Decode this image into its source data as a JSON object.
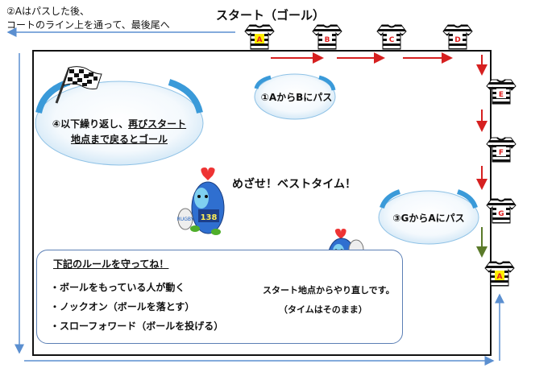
{
  "header": {
    "title": "スタート（ゴール）",
    "note_line1": "②Aはパスした後、",
    "note_line2": "コートのライン上を通って、最後尾へ"
  },
  "players": [
    "A",
    "B",
    "C",
    "D",
    "E",
    "F",
    "G",
    "A"
  ],
  "balls": {
    "ball1": "①AからBにパス",
    "ball2_line1_prefix": "④以下繰り返し、",
    "ball2_line1_underlined": "再びスタート",
    "ball2_line2": "地点まで戻るとゴール",
    "ball3": "③GからAにパス"
  },
  "mascot": {
    "jersey_number": "138",
    "ball_text": "RUGBY"
  },
  "slogan": "めざせ！ベストタイム！",
  "rules": {
    "title": "下記のルールを守ってね！",
    "items": [
      "・ボールをもっている人が動く",
      "・ノックオン（ボールを落とす）",
      "・スローフォワード（ボールを投げる）"
    ],
    "consequence_line1": "スタート地点からやり直しです。",
    "consequence_line2": "（タイムはそのまま）"
  },
  "colors": {
    "pass_arrow": "#d62020",
    "return_path": "#5b8fd0",
    "ball_blue": "#3a9ad9",
    "big_arrow": "#3f6fc6",
    "cross": "#e02020",
    "highlight_player": "#ffee00",
    "last_arrow": "#5a7a2a"
  }
}
